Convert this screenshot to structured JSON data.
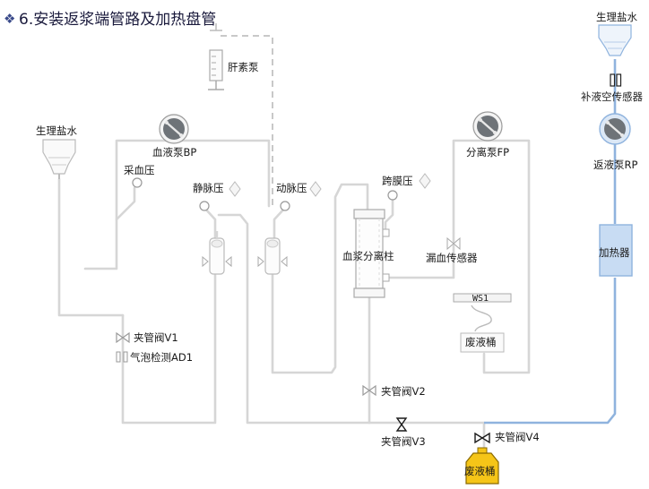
{
  "header": {
    "bullet": "❖",
    "title": "6.安装返浆端管路及加热盘管"
  },
  "labels": {
    "saline_left": "生理盐水",
    "blood_draw_pressure": "采血压",
    "blood_pump": "血液泵BP",
    "heparin_pump": "肝素泵",
    "venous_pressure": "静脉压",
    "arterial_pressure": "动脉压",
    "tmp": "跨膜压",
    "plasma_separator": "血浆分离柱",
    "separation_pump": "分离泵FP",
    "blood_leak_sensor": "漏血传感器",
    "ws1": "WS1",
    "waste_bag": "废液桶",
    "clamp_v1": "夹管阀V1",
    "bubble_ad1": "气泡检测AD1",
    "clamp_v2": "夹管阀V2",
    "clamp_v3": "夹管阀V3",
    "clamp_v4": "夹管阀V4",
    "waste_bucket": "废液桶",
    "saline_right": "生理盐水",
    "replenish_sensor": "补液空传感器",
    "return_pump": "返液泵RP",
    "heater": "加热器"
  },
  "colors": {
    "pipe_gray": "#d6d6d6",
    "pipe_blue": "#8fb3de",
    "waste_bucket_fill": "#f5c518",
    "heater_fill": "#c8dcf3"
  }
}
